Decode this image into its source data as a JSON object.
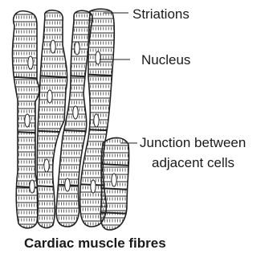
{
  "labels": {
    "striations": "Striations",
    "nucleus": "Nucleus",
    "junction_line1": "Junction between",
    "junction_line2": "adjacent cells"
  },
  "caption": "Cardiac muscle fibres"
}
